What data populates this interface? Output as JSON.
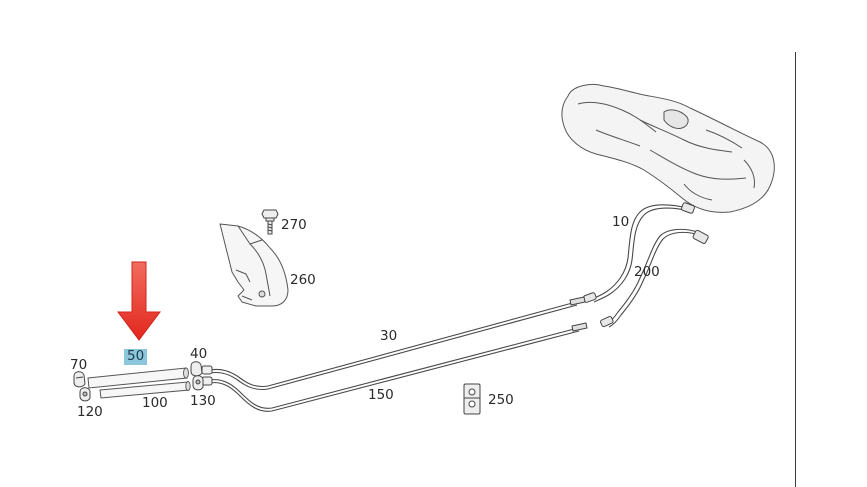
{
  "diagram": {
    "labels": [
      {
        "id": "p10",
        "text": "10"
      },
      {
        "id": "p30",
        "text": "30"
      },
      {
        "id": "p40",
        "text": "40"
      },
      {
        "id": "p50",
        "text": "50"
      },
      {
        "id": "p70",
        "text": "70"
      },
      {
        "id": "p100",
        "text": "100"
      },
      {
        "id": "p120",
        "text": "120"
      },
      {
        "id": "p130",
        "text": "130"
      },
      {
        "id": "p150",
        "text": "150"
      },
      {
        "id": "p200",
        "text": "200"
      },
      {
        "id": "p250",
        "text": "250"
      },
      {
        "id": "p260",
        "text": "260"
      },
      {
        "id": "p270",
        "text": "270"
      }
    ],
    "highlighted_label": "p50",
    "colors": {
      "line": "#4a4a4a",
      "highlight": "#8cc6dc",
      "arrow": "#e8332c"
    },
    "icons": [
      "down-arrow-icon"
    ]
  }
}
